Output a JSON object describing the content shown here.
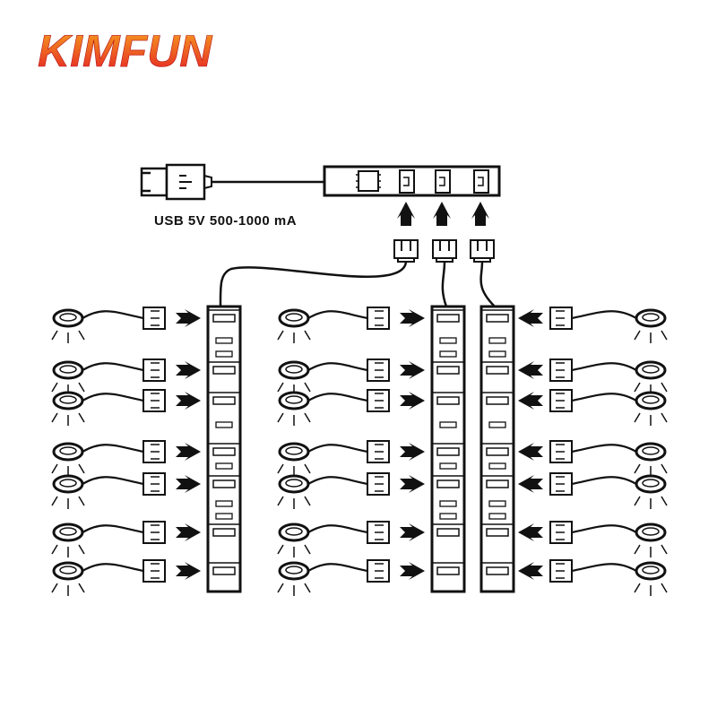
{
  "brand": {
    "name": "KIMFUN",
    "gradient_top": "#f7a41d",
    "gradient_bottom": "#e41e26"
  },
  "power": {
    "label": "USB 5V 500-1000 mA"
  },
  "hub": {
    "ports": 3
  },
  "branches": [
    {
      "side": "left",
      "lights": 7
    },
    {
      "side": "left",
      "lights": 7
    },
    {
      "side": "right",
      "lights": 7
    }
  ],
  "colors": {
    "line": "#111111",
    "fill": "#ffffff"
  }
}
